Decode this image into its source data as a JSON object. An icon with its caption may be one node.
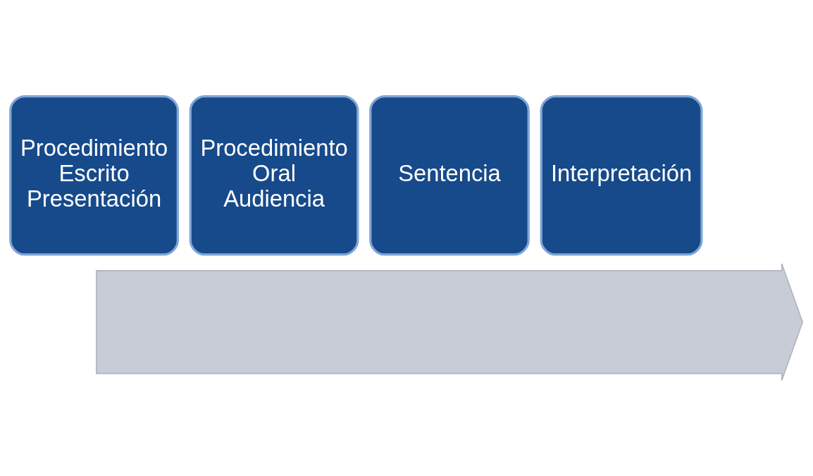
{
  "diagram": {
    "nodes": [
      {
        "text": [],
        "shape": "arrow"
      },
      {
        "text": [
          "Procedimiento Escrito Presentación"
        ]
      },
      {
        "text": [
          "Procedimiento Oral Audiencia"
        ]
      },
      {
        "text": [
          "Sentencia"
        ]
      },
      {
        "text": [
          "Interpretación"
        ]
      }
    ],
    "edges": []
  }
}
